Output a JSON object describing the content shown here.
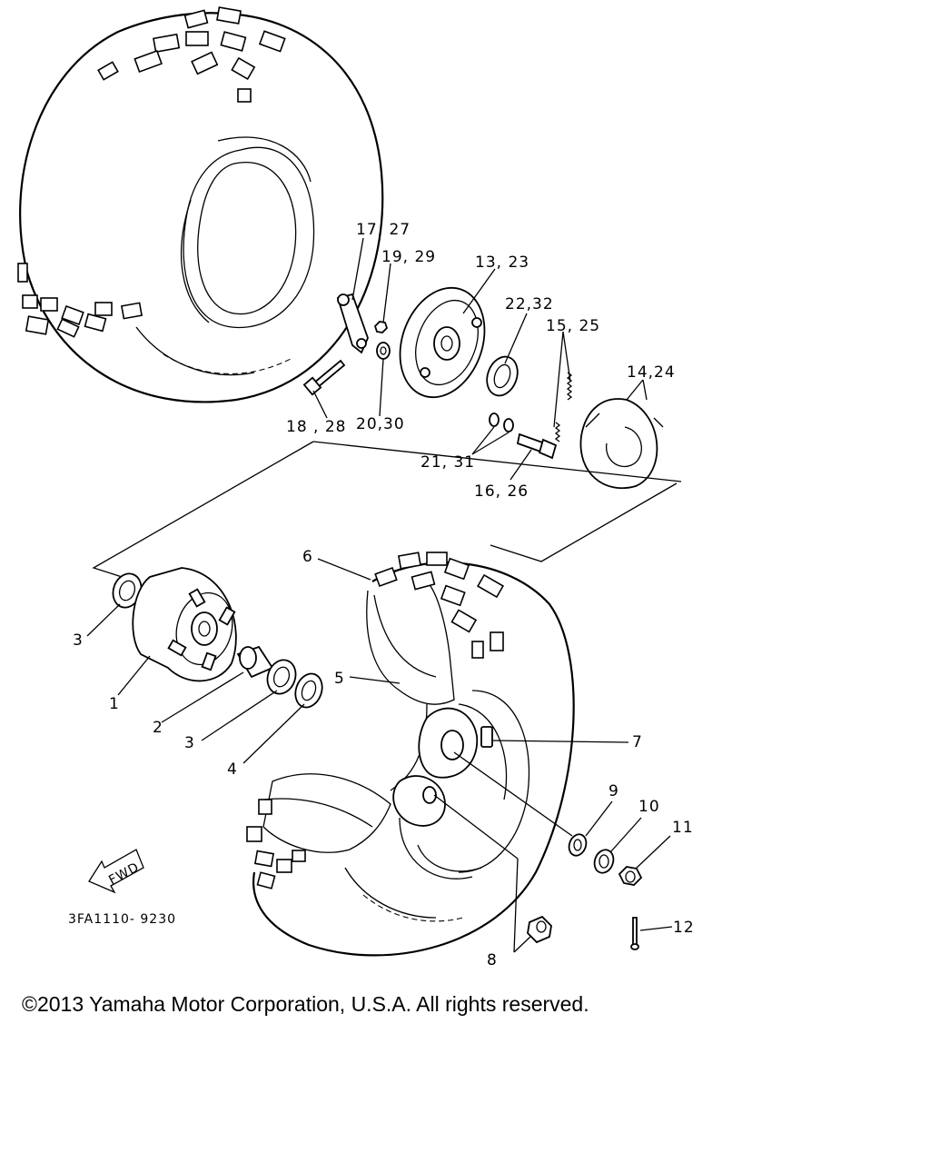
{
  "labels": {
    "p1": "1",
    "p2": "2",
    "p3a": "3",
    "p3b": "3",
    "p4": "4",
    "p5": "5",
    "p6": "6",
    "p7": "7",
    "p8": "8",
    "p9": "9",
    "p10": "10",
    "p11": "11",
    "p12": "12",
    "p13_23": "13, 23",
    "p14_24": "14,24",
    "p15_25": "15, 25",
    "p16_26": "16, 26",
    "p17_27": "17, 27",
    "p18_28": "18 , 28",
    "p19_29": "19, 29",
    "p20_30": "20,30",
    "p21_31": "21, 31",
    "p22_32": "22,32"
  },
  "fwd": "FWD",
  "drawing_code": "3FA1110- 9230",
  "copyright": "©2013 Yamaha Motor Corporation, U.S.A. All rights reserved."
}
